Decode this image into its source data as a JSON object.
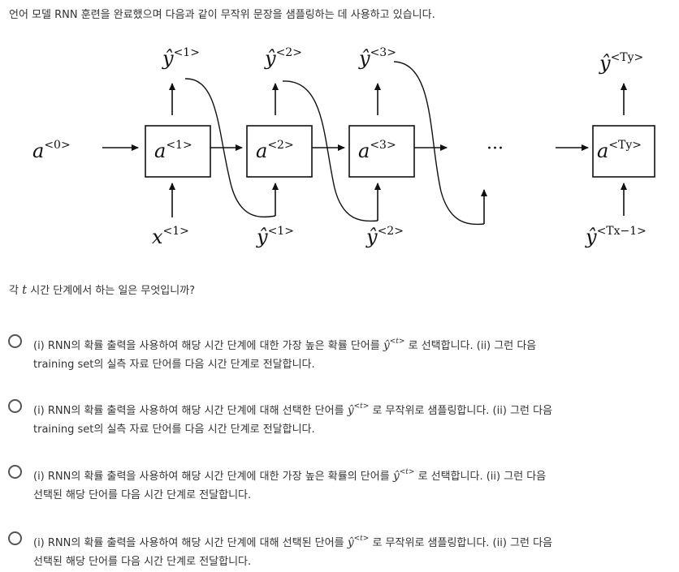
{
  "intro": "언어 모델 RNN 훈련을 완료했으며 다음과 같이 무작위 문장을 샘플링하는 데 사용하고 있습니다.",
  "diagram": {
    "a0": "a",
    "a0_sup": "<0>",
    "cells": [
      {
        "label": "a",
        "sup": "<1>"
      },
      {
        "label": "a",
        "sup": "<2>"
      },
      {
        "label": "a",
        "sup": "<3>"
      },
      {
        "label": "a",
        "sup": "<Ty>"
      }
    ],
    "outputs": [
      {
        "label": "ŷ",
        "sup": "<1>"
      },
      {
        "label": "ŷ",
        "sup": "<2>"
      },
      {
        "label": "ŷ",
        "sup": "<3>"
      },
      {
        "label": "ŷ",
        "sup": "<Ty>"
      }
    ],
    "inputs": [
      {
        "label": "x",
        "sup": "<1>"
      },
      {
        "label": "ŷ",
        "sup": "<1>"
      },
      {
        "label": "ŷ",
        "sup": "<2>"
      },
      {
        "label": "ŷ",
        "sup": "<Tx−1>"
      }
    ],
    "ellipsis": "···"
  },
  "question": {
    "prefix": "각 ",
    "var": "t",
    "suffix": " 시간 단계에서 하는 일은 무엇입니까?"
  },
  "yhat_symbol": "ŷ",
  "yhat_sup": "<t>",
  "options": [
    {
      "a": "(i) RNN의 확률 출력을 사용하여 해당 시간 단계에 대한 가장 높은 확률 단어를 ",
      "b": "로 선택합니다. (ii) 그런 다음",
      "c": "training set의 실측 자료 단어를 다음 시간 단계로 전달합니다."
    },
    {
      "a": "(i) RNN의 확률 출력을 사용하여 해당 시간 단계에 대해 선택한 단어를 ",
      "b": "로 무작위로 샘플링합니다. (ii) 그런 다음",
      "c": "training set의 실측 자료 단어를 다음 시간 단계로 전달합니다."
    },
    {
      "a": "(i) RNN의 확률 출력을 사용하여 해당 시간 단계에 대한 가장 높은 확률의 단어를 ",
      "b": "로 선택합니다. (ii) 그런 다음",
      "c": "선택된 해당 단어를 다음 시간 단계로 전달합니다."
    },
    {
      "a": "(i) RNN의 확률 출력을 사용하여 해당 시간 단계에 대해 선택된 단어를 ",
      "b": "로 무작위로 샘플링합니다. (ii) 그런 다음",
      "c": "선택된 해당 단어를 다음 시간 단계로 전달합니다."
    }
  ]
}
